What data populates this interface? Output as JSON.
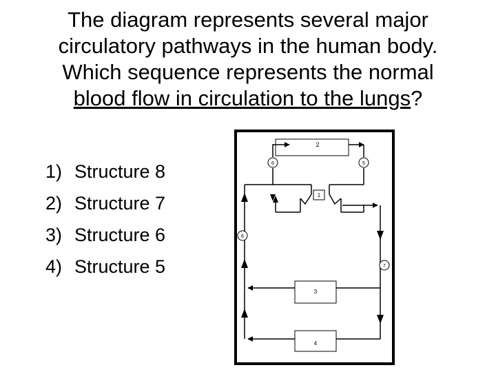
{
  "question": {
    "line1": "The diagram represents several major",
    "line2": "circulatory pathways in the human body.",
    "line3": "Which sequence represents the normal",
    "line4_underlined": "blood flow in circulation to the lungs",
    "line4_end": "?"
  },
  "choices": [
    {
      "num": "1)",
      "label": "Structure 8"
    },
    {
      "num": "2)",
      "label": "Structure 7"
    },
    {
      "num": "3)",
      "label": "Structure 6"
    },
    {
      "num": "4)",
      "label": "Structure 5"
    }
  ],
  "diagram": {
    "labels": {
      "s1": "1",
      "s2": "2",
      "s3": "3",
      "s4": "4",
      "s5": "5",
      "s6": "6",
      "s7": "7",
      "s8": "8"
    }
  }
}
